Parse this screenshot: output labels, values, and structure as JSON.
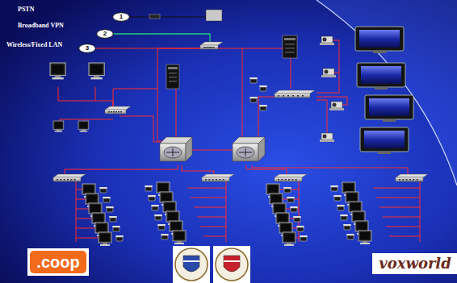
{
  "diagram": {
    "nodes": [
      {
        "text": [
          "1"
        ]
      },
      {
        "text": [
          "2"
        ]
      },
      {
        "text": [
          "3"
        ]
      },
      {
        "text": [
          ".coop"
        ]
      },
      {
        "text": [
          "voxworld"
        ]
      }
    ],
    "labels": [
      "PSTN",
      "Broadband VPN",
      "Wireless/Fixed LAN"
    ]
  }
}
